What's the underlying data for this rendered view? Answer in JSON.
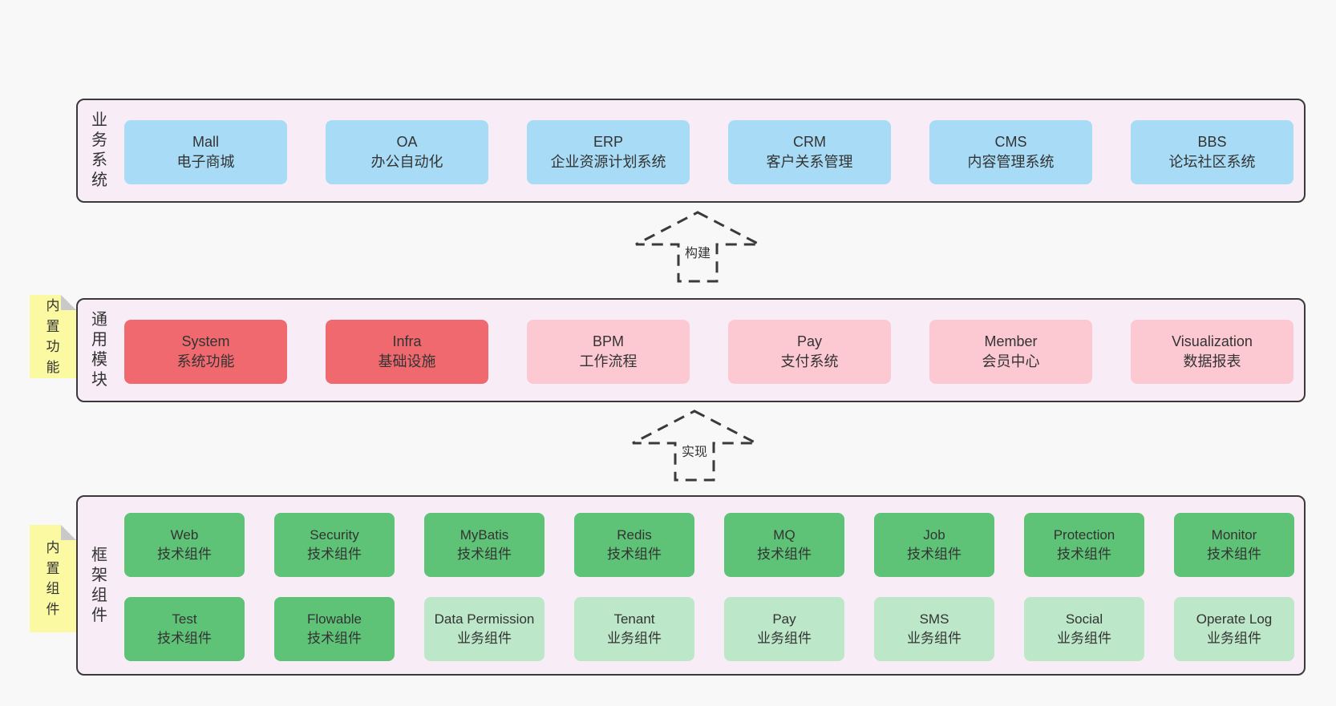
{
  "palette": {
    "page_bg": "#f8f8f8",
    "panel_bg": "#f8edf6",
    "panel_border": "#3a3a3a",
    "blue": "#a8dbf5",
    "red": "#f0696e",
    "pink": "#fcc8d2",
    "green": "#5ec377",
    "light_green": "#bce7c8",
    "note_bg": "#fbf9a2",
    "note_fold": "#c9c9c9",
    "text": "#333333"
  },
  "arrows": [
    {
      "label": "构建"
    },
    {
      "label": "实现"
    }
  ],
  "sections": [
    {
      "label": "业务系统",
      "rows": [
        [
          {
            "title": "Mall",
            "subtitle": "电子商城"
          },
          {
            "title": "OA",
            "subtitle": "办公自动化"
          },
          {
            "title": "ERP",
            "subtitle": "企业资源计划系统"
          },
          {
            "title": "CRM",
            "subtitle": "客户关系管理"
          },
          {
            "title": "CMS",
            "subtitle": "内容管理系统"
          },
          {
            "title": "BBS",
            "subtitle": "论坛社区系统"
          }
        ]
      ]
    },
    {
      "label": "通用模块",
      "note": "内置功能",
      "rows": [
        [
          {
            "title": "System",
            "subtitle": "系统功能"
          },
          {
            "title": "Infra",
            "subtitle": "基础设施"
          },
          {
            "title": "BPM",
            "subtitle": "工作流程"
          },
          {
            "title": "Pay",
            "subtitle": "支付系统"
          },
          {
            "title": "Member",
            "subtitle": "会员中心"
          },
          {
            "title": "Visualization",
            "subtitle": "数据报表"
          }
        ]
      ]
    },
    {
      "label": "框架组件",
      "note": "内置组件",
      "rows": [
        [
          {
            "title": "Web",
            "subtitle": "技术组件"
          },
          {
            "title": "Security",
            "subtitle": "技术组件"
          },
          {
            "title": "MyBatis",
            "subtitle": "技术组件"
          },
          {
            "title": "Redis",
            "subtitle": "技术组件"
          },
          {
            "title": "MQ",
            "subtitle": "技术组件"
          },
          {
            "title": "Job",
            "subtitle": "技术组件"
          },
          {
            "title": "Protection",
            "subtitle": "技术组件"
          },
          {
            "title": "Monitor",
            "subtitle": "技术组件"
          }
        ],
        [
          {
            "title": "Test",
            "subtitle": "技术组件"
          },
          {
            "title": "Flowable",
            "subtitle": "技术组件"
          },
          {
            "title": "Data Permission",
            "subtitle": "业务组件"
          },
          {
            "title": "Tenant",
            "subtitle": "业务组件"
          },
          {
            "title": "Pay",
            "subtitle": "业务组件"
          },
          {
            "title": "SMS",
            "subtitle": "业务组件"
          },
          {
            "title": "Social",
            "subtitle": "业务组件"
          },
          {
            "title": "Operate Log",
            "subtitle": "业务组件"
          }
        ]
      ]
    }
  ]
}
